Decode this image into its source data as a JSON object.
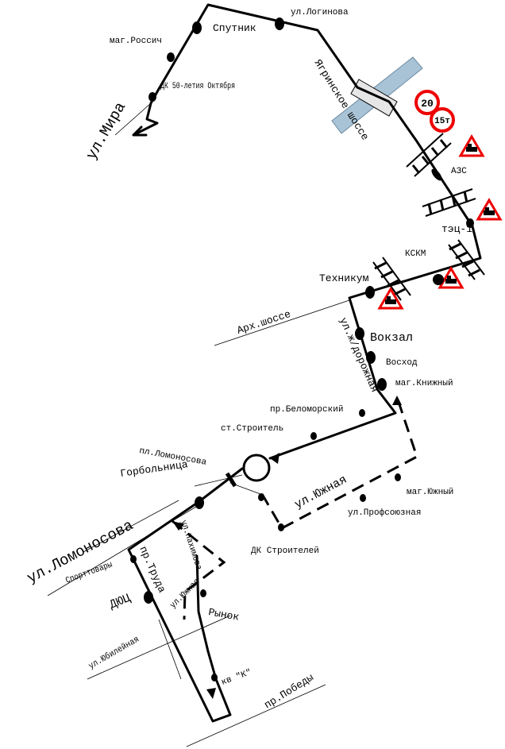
{
  "streets": {
    "mira": "ул.Мира",
    "yagrinskoe": "Ягринское шоссе",
    "arkh": "Арх.шоссе",
    "zhd": "ул.ж/дорожная",
    "yuzhnaya": "ул.Южная",
    "lomonosova": "ул.Ломоносова",
    "truda": "пр.Труда",
    "nahimova": "ул.Нахимова",
    "yuzhnaya2": "ул.Южная",
    "yubileynaya": "ул.Юбилейная",
    "pobedy": "пр.Победы"
  },
  "stops": {
    "loginova": "ул.Логинова",
    "sputnik": "Спутник",
    "mag_rossich": "маг.Россич",
    "dk50": "ДК 50-летия Октября",
    "azs": "АЗС",
    "tets": "тэц-1",
    "kskm": "КСКМ",
    "tekhnikum": "Техникум",
    "vokzal": "Вокзал",
    "voskhod": "Восход",
    "mag_knizhny": "маг.Книжный",
    "pr_belomorsky": "пр.Беломорский",
    "st_stroitel": "ст.Строитель",
    "pl_lomonosova": "пл.Ломоносова",
    "gorbolnitsa": "Горбольница",
    "mag_yuzhny": "маг.Южный",
    "ul_profsoyuznaya": "ул.Профсоюзная",
    "dk_stroiteley": "ДК Строителей",
    "sporttovary": "Спорттовары",
    "dyuts": "ДЮЦ",
    "rynok": "Рынок",
    "kv_k": "кв \"К\""
  },
  "signs": {
    "weight_limit": "20",
    "axle_limit": "15т"
  }
}
